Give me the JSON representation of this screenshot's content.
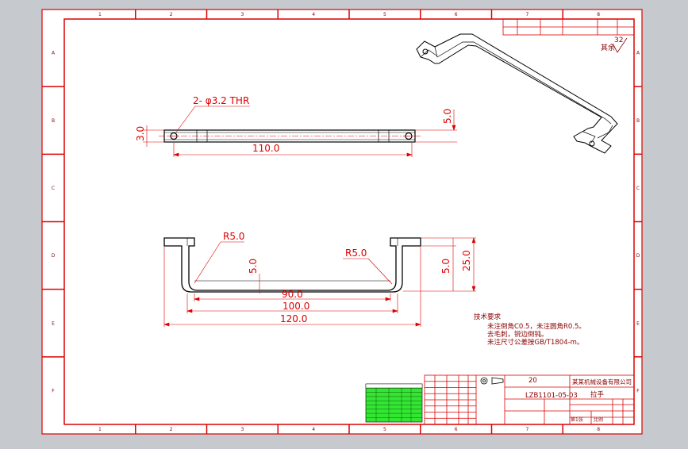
{
  "colors": {
    "background": "#c6c9ce",
    "sheet": "#ffffff",
    "frame": "#dd0000",
    "geometry": "#000000",
    "dimension": "#dd0000",
    "annotation": "#8a0000",
    "title_fill": "#32e632"
  },
  "zones": {
    "columns": [
      "1",
      "2",
      "3",
      "4",
      "5",
      "6",
      "7",
      "8"
    ],
    "rows": [
      "A",
      "B",
      "C",
      "D",
      "E",
      "F"
    ]
  },
  "top_view": {
    "hole_callout": "2- φ3.2 THR",
    "dim_length": "110.0",
    "dim_height": "3.0",
    "dim_width": "5.0"
  },
  "front_view": {
    "radius_left": "R5.0",
    "radius_right": "R5.0",
    "dim_thickness_left": "5.0",
    "dim_inner": "90.0",
    "dim_mid": "100.0",
    "dim_overall": "120.0",
    "dim_step": "5.0",
    "dim_height": "25.0"
  },
  "surface_note": {
    "label": "其余",
    "value": "32"
  },
  "tech_notes": {
    "heading": "技术要求",
    "items": [
      "未注倒角C0.5，未注圆角R0.5。",
      "去毛刺，锐边倒钝。",
      "未注尺寸公差按GB/T1804-m。"
    ]
  },
  "title_block": {
    "material": "20",
    "part_name": "拉手",
    "drawing_no": "LZB1101-05-03",
    "company": "某某机械设备有限公司",
    "sheet_label": "第1张",
    "scale_label": "比例"
  }
}
